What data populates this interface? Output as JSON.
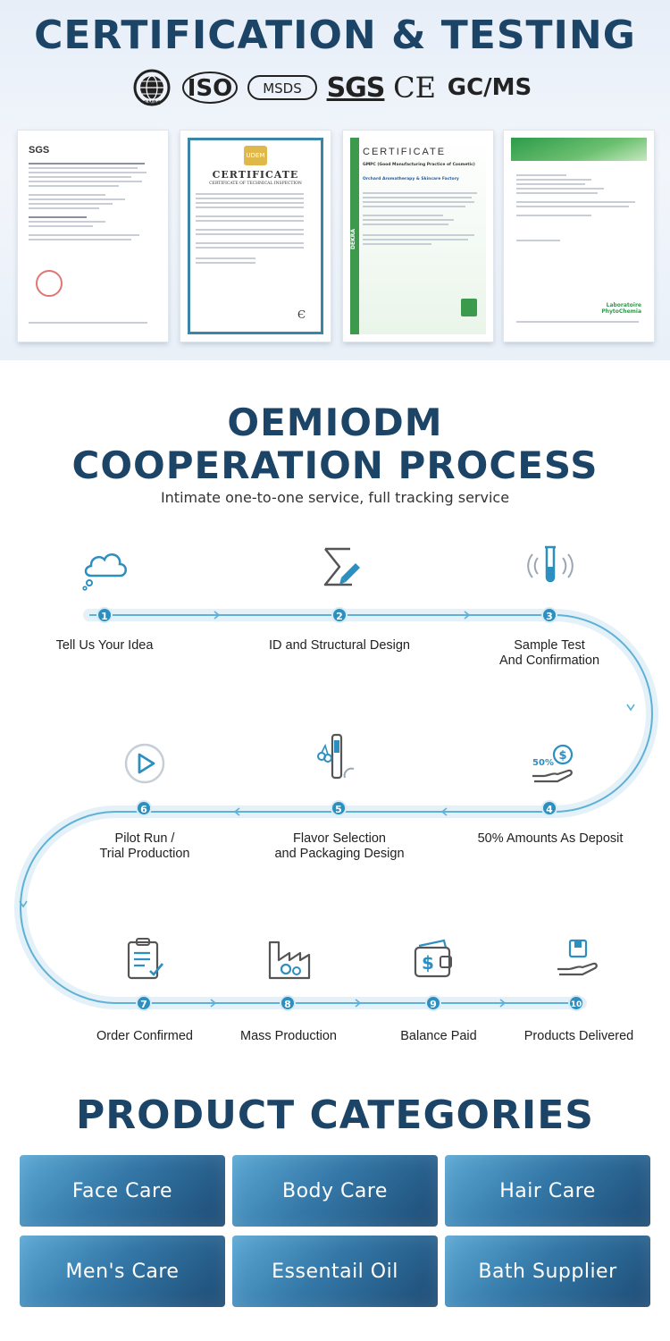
{
  "certification": {
    "title": "CERTIFICATION & TESTING",
    "logos": [
      {
        "name": "gmpc-logo",
        "text": "GMPC"
      },
      {
        "name": "iso-logo",
        "text": "ISO"
      },
      {
        "name": "msds-logo",
        "text": "MSDS"
      },
      {
        "name": "sgs-logo",
        "text": "SGS"
      },
      {
        "name": "ce-logo",
        "text": "CE"
      },
      {
        "name": "gcms-logo",
        "text": "GC/MS"
      }
    ],
    "documents": [
      {
        "heading": "SGS"
      },
      {
        "heading": "CERTIFICATE",
        "subheading": "CERTIFICATE OF TECHNICAL INSPECTION",
        "badge": "UDEM"
      },
      {
        "heading": "CERTIFICATE",
        "subheading": "GMPC (Good Manufacturing Practice of Cosmetic)",
        "company": "Orchard Aromatherapy & Skincare Factory",
        "side_brand": "DEKRA"
      },
      {
        "heading": "",
        "lab": "Laboratoire PhytoChemia"
      }
    ]
  },
  "process": {
    "title_line1": "OEMIODM",
    "title_line2": "COOPERATION PROCESS",
    "subtitle": "Intimate one-to-one service, full tracking service",
    "steps": [
      {
        "num": "1",
        "label": "Tell Us Your Idea",
        "icon": "cloud-icon"
      },
      {
        "num": "2",
        "label": "ID and Structural Design",
        "icon": "sigma-pencil-icon"
      },
      {
        "num": "3",
        "label_line1": "Sample Test",
        "label_line2": "And Confirmation",
        "icon": "test-tube-icon"
      },
      {
        "num": "4",
        "label": "50% Amounts As Deposit",
        "icon": "deposit-hand-icon",
        "badge": "50%"
      },
      {
        "num": "5",
        "label_line1": "Flavor Selection",
        "label_line2": "and Packaging Design",
        "icon": "vape-pen-fruit-icon"
      },
      {
        "num": "6",
        "label_line1": "Pilot Run /",
        "label_line2": "Trial Production",
        "icon": "play-circle-icon"
      },
      {
        "num": "7",
        "label": "Order Confirmed",
        "icon": "clipboard-check-icon"
      },
      {
        "num": "8",
        "label": "Mass Production",
        "icon": "factory-gear-icon"
      },
      {
        "num": "9",
        "label": "Balance Paid",
        "icon": "wallet-dollar-icon"
      },
      {
        "num": "10",
        "label": "Products Delivered",
        "icon": "hand-box-icon"
      }
    ],
    "accent_color": "#2d8fbf"
  },
  "categories": {
    "title": "PRODUCT CATEGORIES",
    "items": [
      "Face Care",
      "Body Care",
      "Hair Care",
      "Men's Care",
      "Essentail Oil",
      "Bath Supplier"
    ]
  }
}
